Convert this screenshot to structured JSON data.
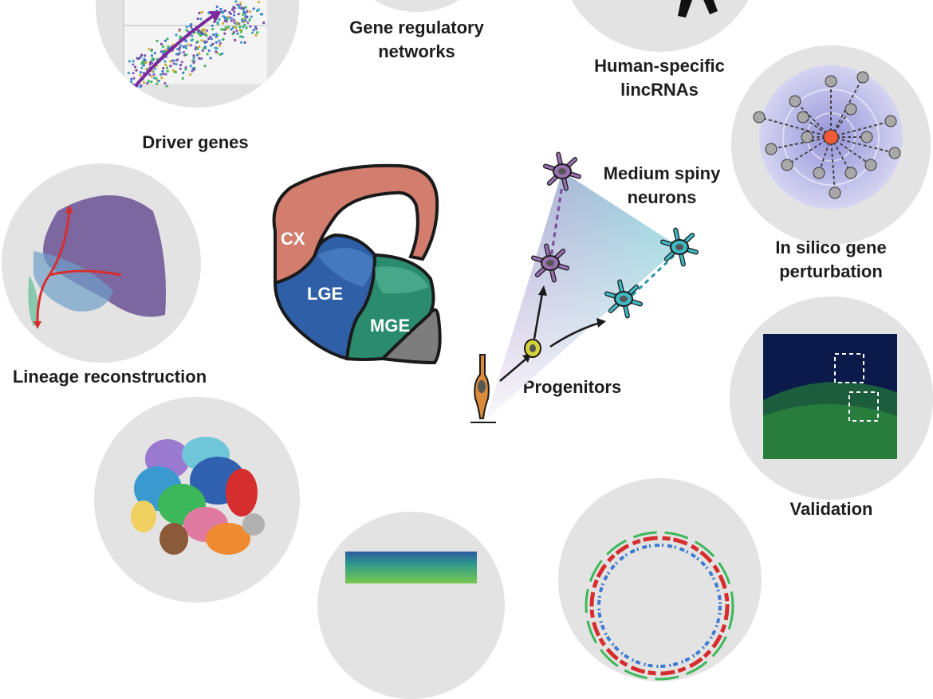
{
  "labels": {
    "gene_regulatory": [
      "Gene regulatory",
      "networks"
    ],
    "human_specific": [
      "Human-specific",
      "lincRNAs"
    ],
    "driver_genes": "Driver genes",
    "in_silico": [
      "In silico gene",
      "perturbation"
    ],
    "lineage": "Lineage reconstruction",
    "validation": "Validation",
    "medium_spiny": [
      "Medium spiny",
      "neurons"
    ],
    "progenitors": "Progenitors"
  },
  "brain_regions": {
    "cx": "CX",
    "lge": "LGE",
    "mge": "MGE"
  },
  "colors": {
    "circle_bg": "#e3e3e3",
    "cx": "#cf7a6c",
    "lge_dark": "#1e4d8c",
    "lge_light": "#4a7cc4",
    "mge": "#2a8a6e",
    "purple_neuron": "#9a6fb0",
    "cyan_neuron": "#3fb8c4",
    "progenitor": "#d98a3a"
  }
}
